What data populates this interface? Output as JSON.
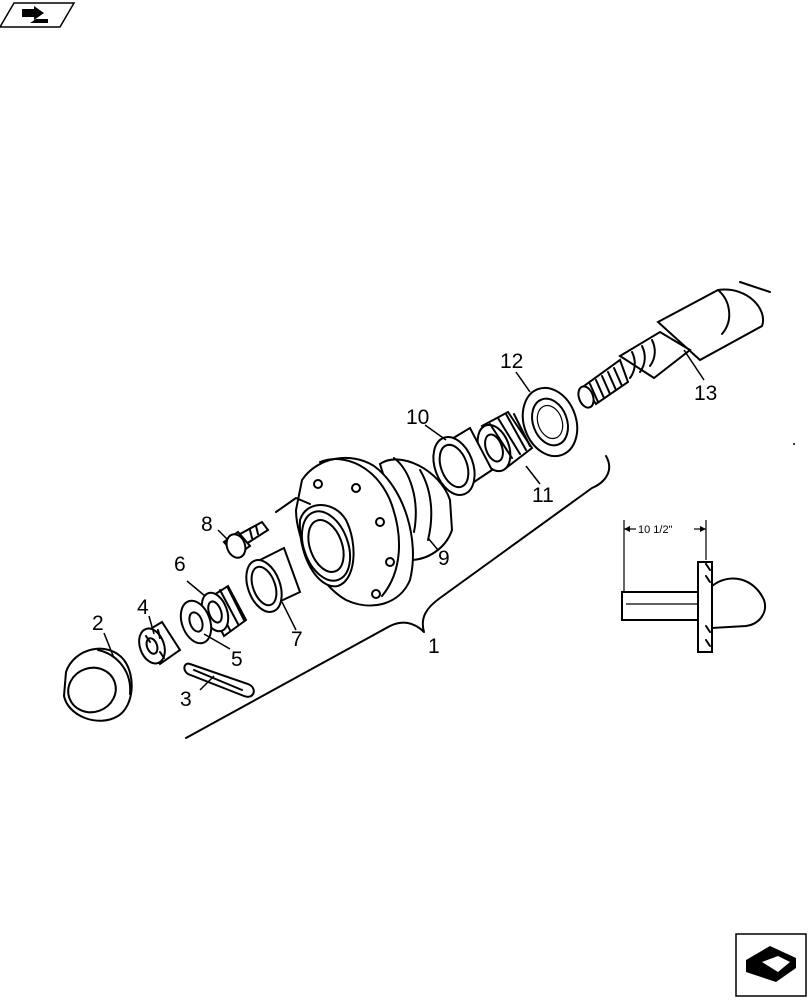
{
  "nav": {
    "back_icon": "back-arrow-icon",
    "next_icon": "next-arrow-icon"
  },
  "callouts": {
    "p1": "1",
    "p2": "2",
    "p3": "3",
    "p4": "4",
    "p5": "5",
    "p6": "6",
    "p7": "7",
    "p8": "8",
    "p9": "9",
    "p10": "10",
    "p11": "11",
    "p12": "12",
    "p13": "13"
  },
  "detail": {
    "dimension": "10 1/2\""
  }
}
